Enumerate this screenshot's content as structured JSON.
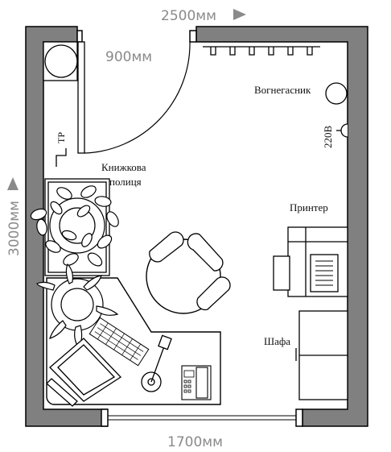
{
  "dimensions": {
    "top": "2500мм",
    "bottom": "1700мм",
    "left": "3000мм",
    "door": "900мм"
  },
  "labels": {
    "fire_extinguisher": "Вогнегасник",
    "socket": "220В",
    "tr": "ТР",
    "bookshelf_line1": "Книжкова",
    "bookshelf_line2": "полиця",
    "printer": "Принтер",
    "cabinet": "Шафа"
  },
  "colors": {
    "wall": "#808080",
    "wall_outline": "#000000",
    "dimension_text": "#8a8a8a",
    "arrow": "#8a8a8a"
  }
}
